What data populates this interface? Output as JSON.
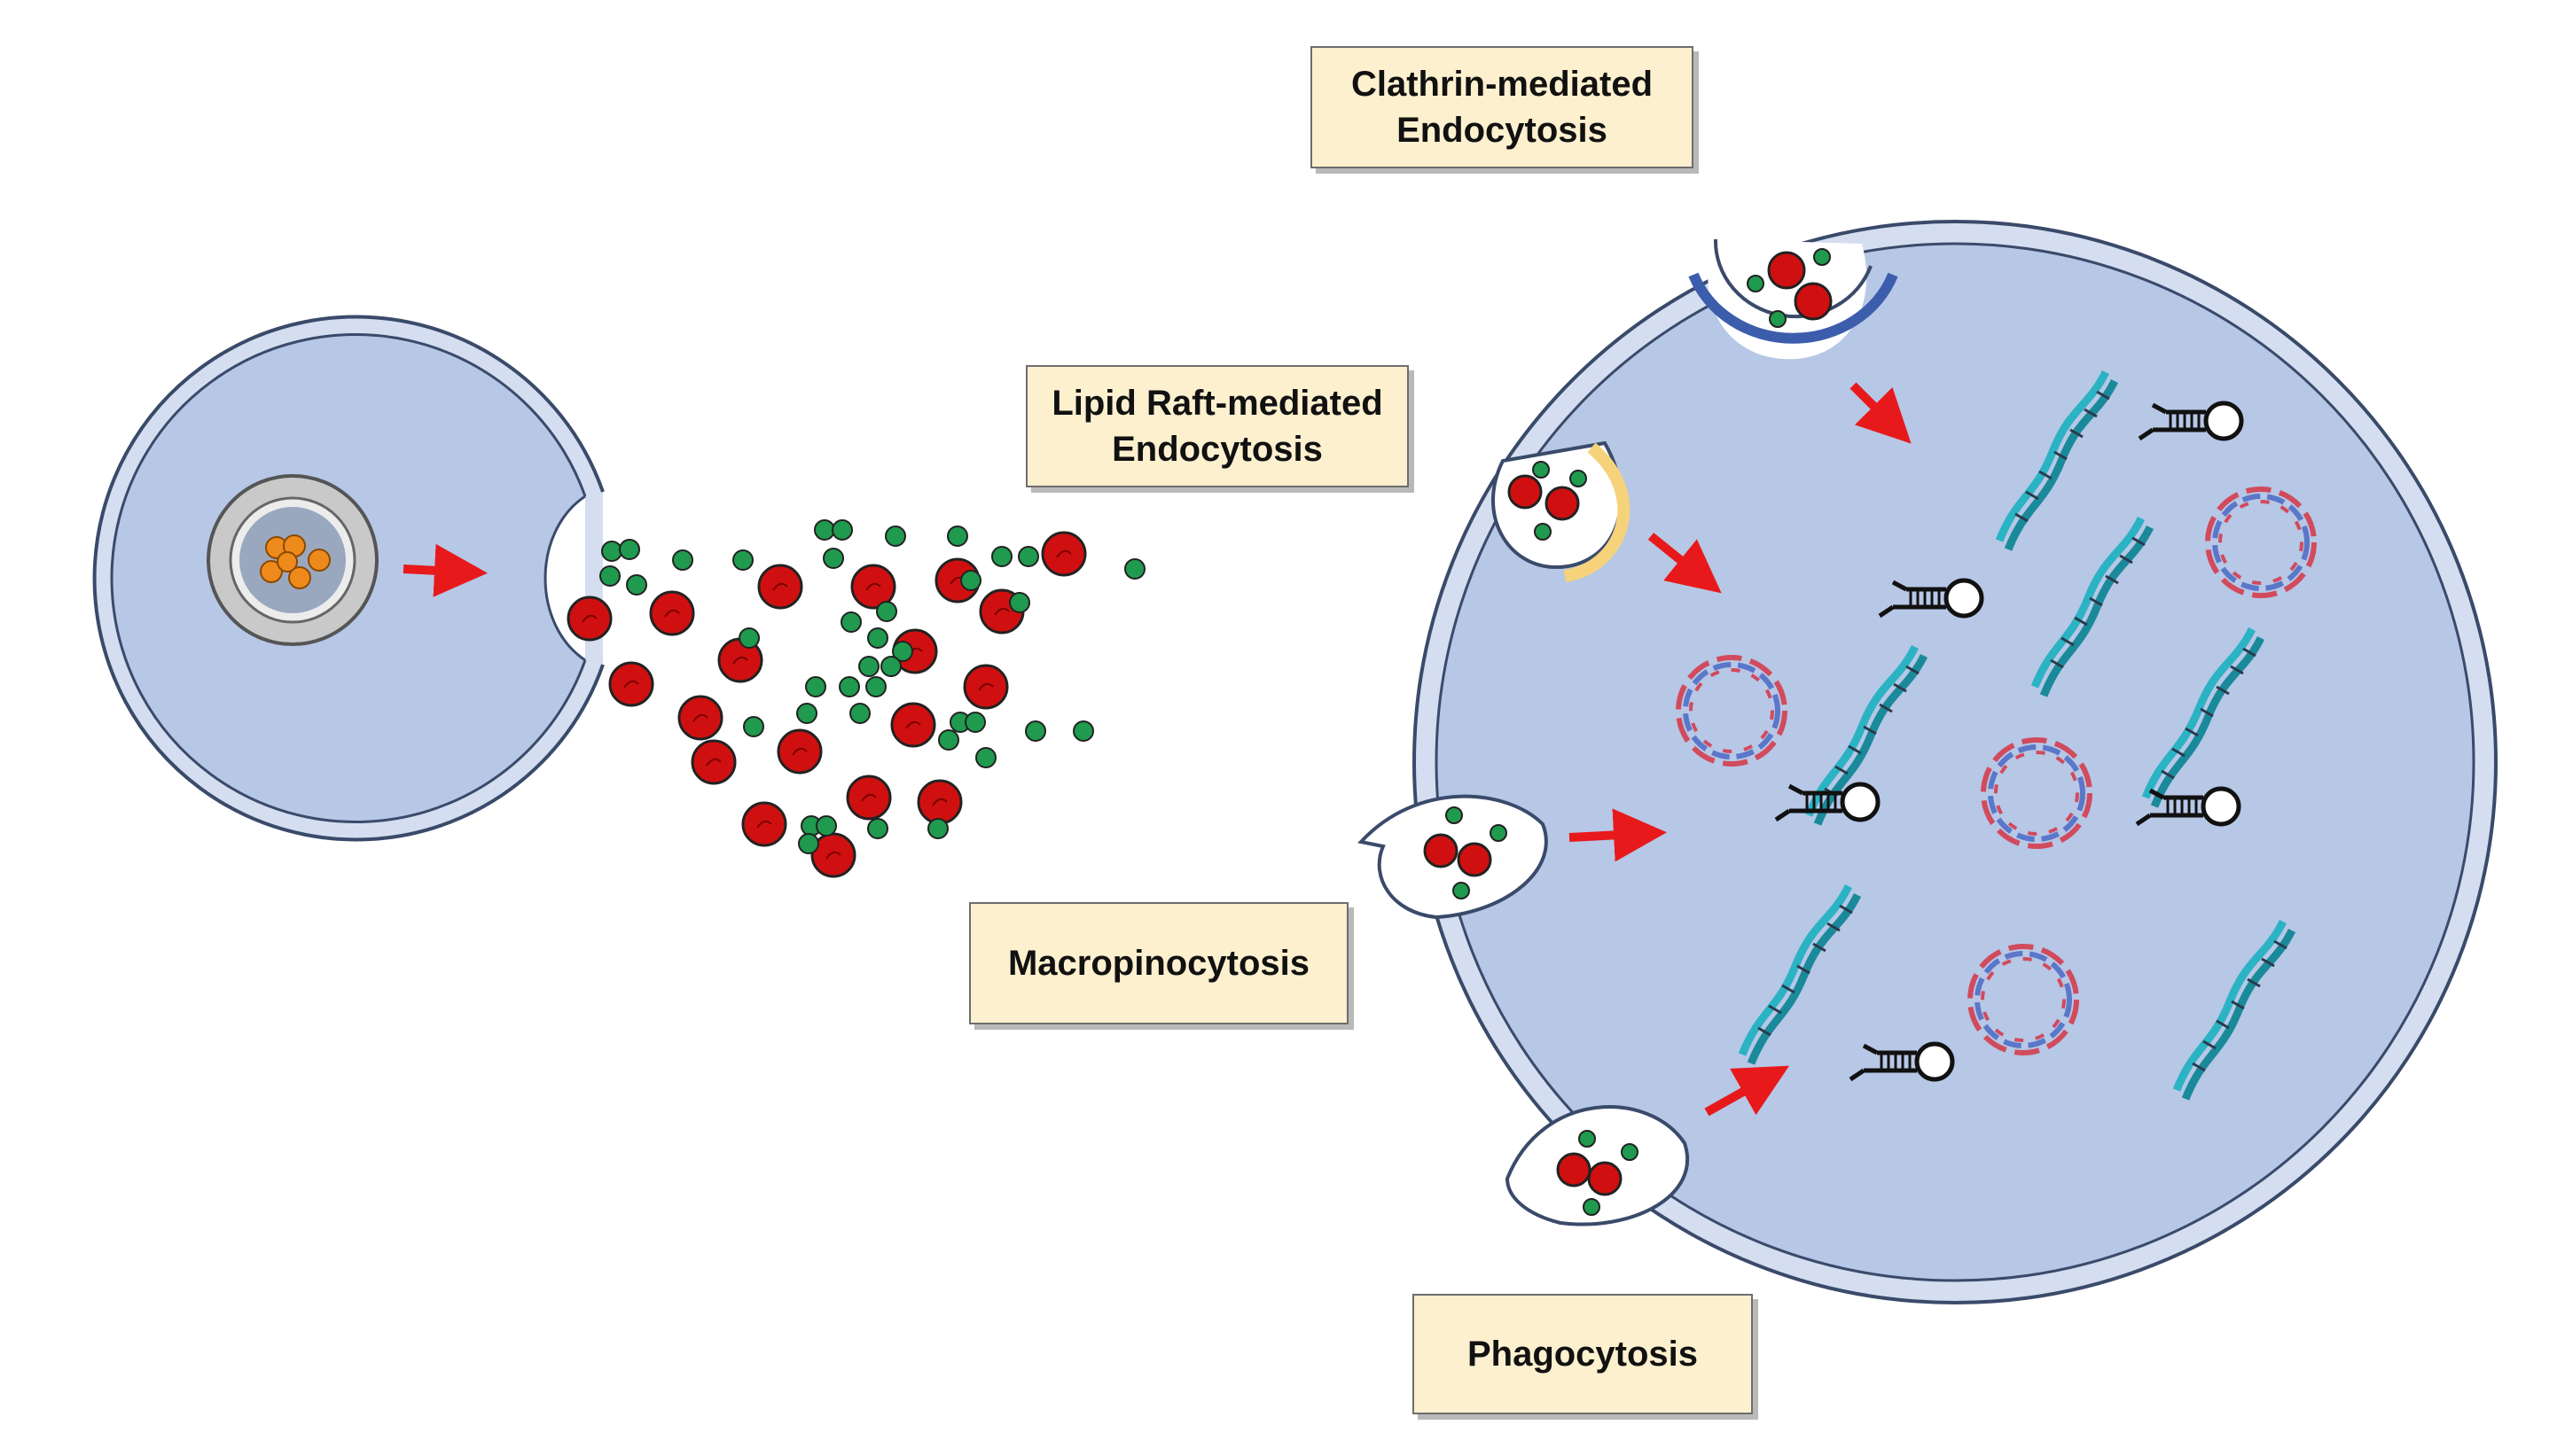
{
  "labels": {
    "clathrin": "Clathrin-mediated\nEndocytosis",
    "lipid_raft": "Lipid Raft-mediated\nEndocytosis",
    "macropinocytosis": "Macropinocytosis",
    "phagocytosis": "Phagocytosis"
  },
  "colors": {
    "cytoplasm": "#b7c7e6",
    "membrane": "#d4def0",
    "outline": "#3a4a6a",
    "exosome_red": "#d01010",
    "exosome_green": "#1f9a4e",
    "cargo_orange": "#ee8a1c",
    "arrow": "#e8191b",
    "clathrin_coat": "#3b5dab",
    "lipid_raft": "#f6d27b",
    "rna_cyan": "#2bb3c4",
    "plasmid_red": "#d14b5d",
    "plasmid_blue": "#5b77c9",
    "label_fill": "#fdf0cf"
  },
  "icons": [
    "donor-cell-icon",
    "multivesicular-body-icon",
    "exosome-icon",
    "mrna-helix-icon",
    "plasmid-icon",
    "mirna-hairpin-icon",
    "red-arrow-icon"
  ]
}
